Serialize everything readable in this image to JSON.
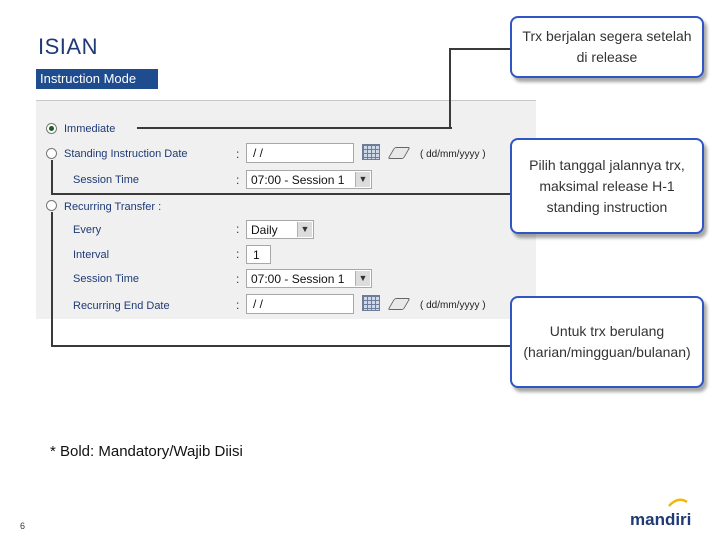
{
  "page": {
    "title": "ISIAN",
    "mode_tab": "Instruction Mode"
  },
  "form": {
    "immediate": "Immediate",
    "standing_date_label": "Standing Instruction Date",
    "standing_date_value": "/ /",
    "standing_date_hint": "( dd/mm/yyyy )",
    "session_time_label": "Session Time",
    "session_time_value": "07:00 - Session 1",
    "recurring_label": "Recurring Transfer :",
    "every_label": "Every",
    "every_value": "Daily",
    "interval_label": "Interval",
    "interval_value": "1",
    "session_time2_label": "Session Time",
    "session_time2_value": "07:00 - Session 1",
    "end_date_label": "Recurring End Date",
    "end_date_value": "/ /",
    "end_date_hint": "( dd/mm/yyyy )",
    "colon": ":",
    "immediate_selected": true
  },
  "callouts": {
    "c1": "Trx berjalan segera setelah di release",
    "c2": "Pilih tanggal jalannya trx, maksimal release H-1 standing instruction",
    "c3": "Untuk trx berulang (harian/mingguan/bulanan)"
  },
  "footer": {
    "note": "* Bold: Mandatory/Wajib Diisi",
    "page_number": "6",
    "logo": "mandiri"
  },
  "icons": [
    "radio-selected",
    "radio-empty",
    "calendar-icon",
    "eraser-icon",
    "chevron-down-icon"
  ]
}
